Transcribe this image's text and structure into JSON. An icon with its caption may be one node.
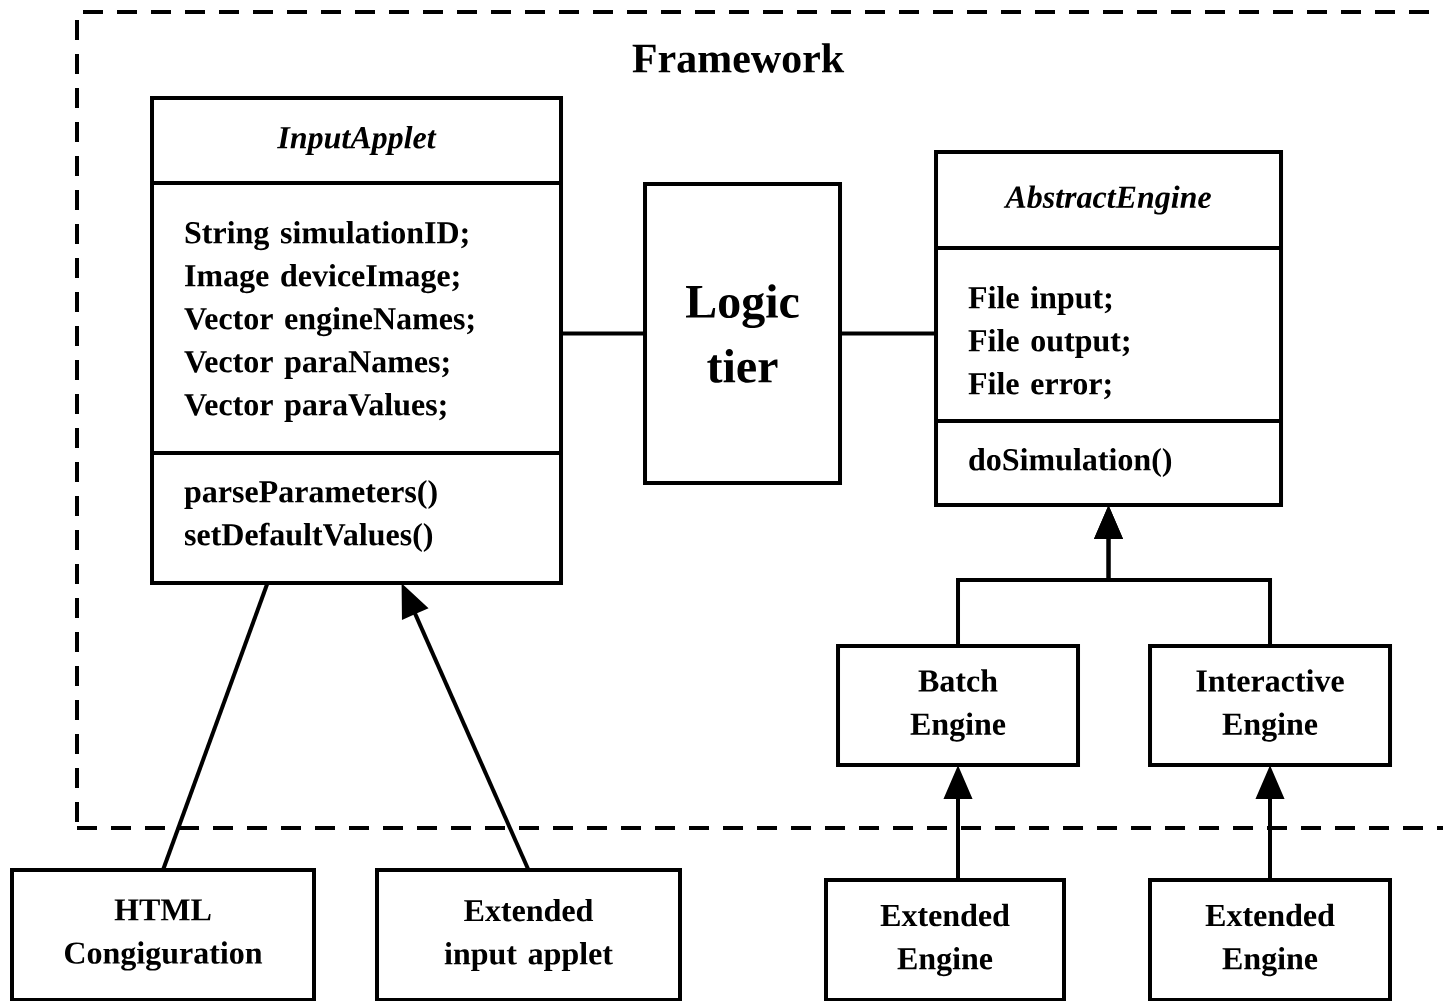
{
  "diagram": {
    "nodes": [
      {
        "text": [
          "Framework"
        ]
      },
      {
        "text": [
          "InputApplet",
          "String simulationID; Image deviceImage; Vector engineNames; Vector paraNames; Vector paraValues;",
          "parseParameters() setDefaultValues()"
        ],
        "in": 0
      },
      {
        "text": [
          "Logic tier"
        ],
        "in": 0
      },
      {
        "text": [
          "AbstractEngine",
          "File input; File output; File error;",
          "doSimulation()"
        ],
        "in": 0
      },
      {
        "text": [
          "Batch Engine"
        ],
        "in": 0
      },
      {
        "text": [
          "Interactive Engine"
        ],
        "in": 0
      },
      {
        "text": [
          "HTML Congiguration"
        ]
      },
      {
        "text": [
          "Extended input applet"
        ]
      },
      {
        "text": [
          "Extended Engine"
        ]
      },
      {
        "text": [
          "Extended Engine"
        ]
      }
    ],
    "edges": [
      {
        "from": 1,
        "to": 2,
        "arrow": "none"
      },
      {
        "from": 2,
        "to": 3,
        "arrow": "none"
      },
      {
        "from": 4,
        "to": 3,
        "arrow": "to"
      },
      {
        "from": 5,
        "to": 3,
        "arrow": "to"
      },
      {
        "from": 6,
        "to": 1,
        "arrow": "none"
      },
      {
        "from": 7,
        "to": 1,
        "arrow": "to"
      },
      {
        "from": 8,
        "to": 4,
        "arrow": "to"
      },
      {
        "from": 9,
        "to": 5,
        "arrow": "to"
      }
    ]
  }
}
